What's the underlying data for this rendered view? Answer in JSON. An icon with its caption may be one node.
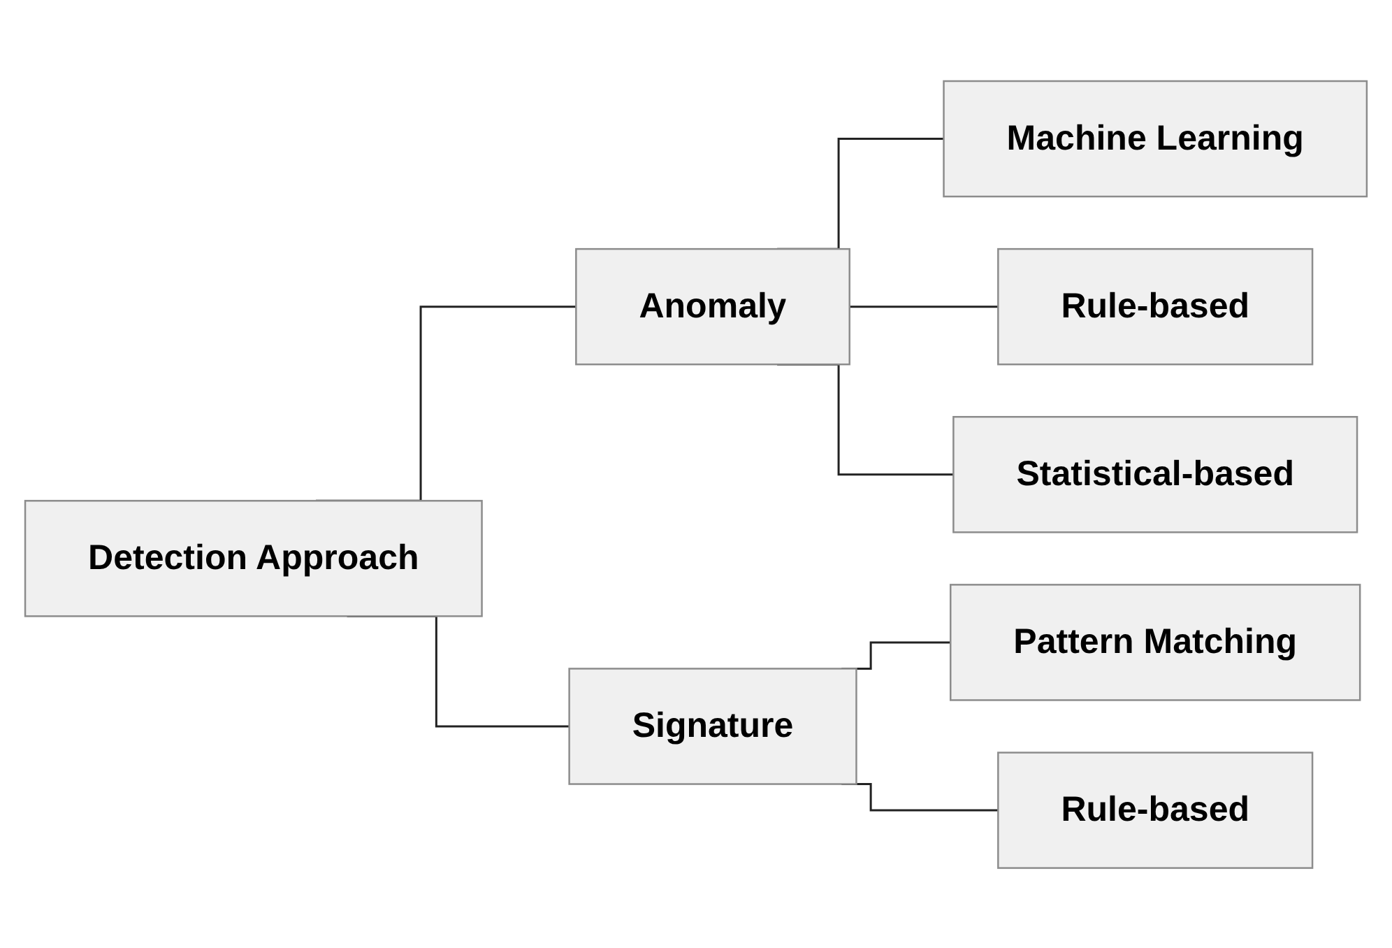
{
  "diagram": {
    "nodes": [
      {
        "text": [
          "Detection Approach"
        ]
      },
      {
        "text": [
          "Anomaly"
        ]
      },
      {
        "text": [
          "Signature"
        ]
      },
      {
        "text": [
          "Machine Learning"
        ]
      },
      {
        "text": [
          "Rule-based"
        ]
      },
      {
        "text": [
          "Statistical-based"
        ]
      },
      {
        "text": [
          "Pattern Matching"
        ]
      },
      {
        "text": [
          "Rule-based"
        ]
      }
    ],
    "edges": [
      {
        "from": 0,
        "to": 1,
        "arrow": "none"
      },
      {
        "from": 0,
        "to": 2,
        "arrow": "none"
      },
      {
        "from": 1,
        "to": 3,
        "arrow": "none"
      },
      {
        "from": 1,
        "to": 4,
        "arrow": "none"
      },
      {
        "from": 1,
        "to": 5,
        "arrow": "none"
      },
      {
        "from": 2,
        "to": 6,
        "arrow": "none"
      },
      {
        "from": 2,
        "to": 7,
        "arrow": "none"
      }
    ]
  }
}
